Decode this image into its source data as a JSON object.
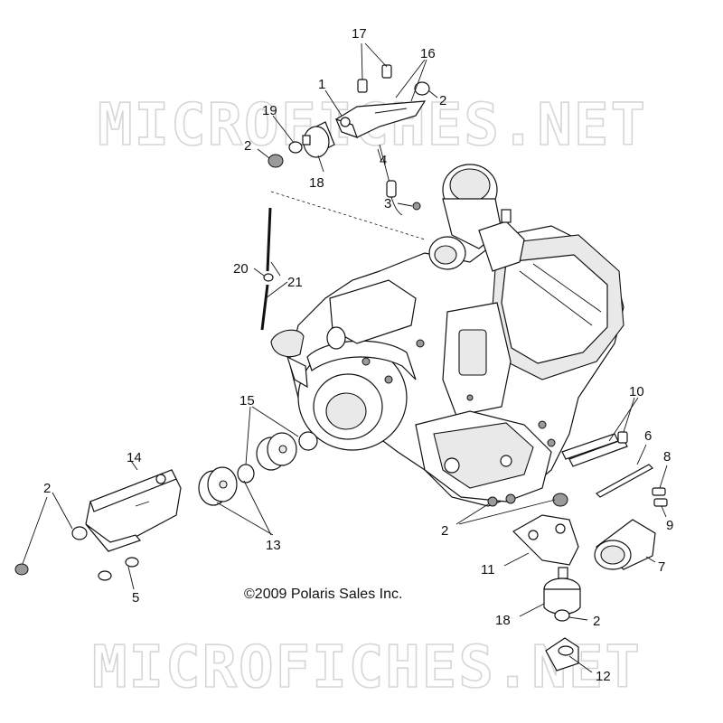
{
  "watermark": {
    "top": "MICROFICHES.NET",
    "bottom": "MICROFICHES.NET"
  },
  "copyright": "©2009 Polaris Sales Inc.",
  "callouts": {
    "c17": "17",
    "c16": "16",
    "c1": "1",
    "c2a": "2",
    "c19": "19",
    "c2b": "2",
    "c18a": "18",
    "c4": "4",
    "c3": "3",
    "c20": "20",
    "c21": "21",
    "c15": "15",
    "c14": "14",
    "c10": "10",
    "c6": "6",
    "c8": "8",
    "c2c": "2",
    "c9": "9",
    "c2d": "2",
    "c13": "13",
    "c11": "11",
    "c7": "7",
    "c5": "5",
    "c18b": "18",
    "c2e": "2",
    "c12": "12"
  }
}
